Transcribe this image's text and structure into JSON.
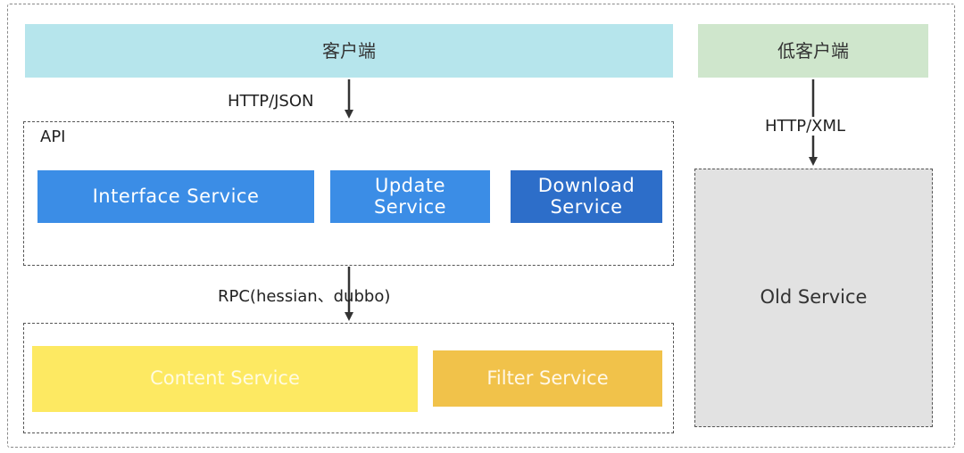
{
  "client": {
    "label": "客户端"
  },
  "legacy_client": {
    "label": "低客户端"
  },
  "api_group": {
    "label": "API",
    "services": [
      {
        "label": "Interface Service"
      },
      {
        "label": "Update Service"
      },
      {
        "label": "Download Service"
      }
    ]
  },
  "backend_group": {
    "services": [
      {
        "label": "Content Service"
      },
      {
        "label": "Filter Service"
      }
    ]
  },
  "old_service": {
    "label": "Old Service"
  },
  "connections": {
    "client_to_api": "HTTP/JSON",
    "api_to_backend": "RPC(hessian、dubbo)",
    "legacy_to_old": "HTTP/XML"
  },
  "colors": {
    "client": "#b6e5ec",
    "legacy_client": "#cfe6cc",
    "api_service": "#3b8de6",
    "api_service_dark": "#2d6ec9",
    "content_service": "#fde962",
    "filter_service": "#f1c24a",
    "old_service": "#e2e2e2",
    "arrow": "#333333"
  }
}
